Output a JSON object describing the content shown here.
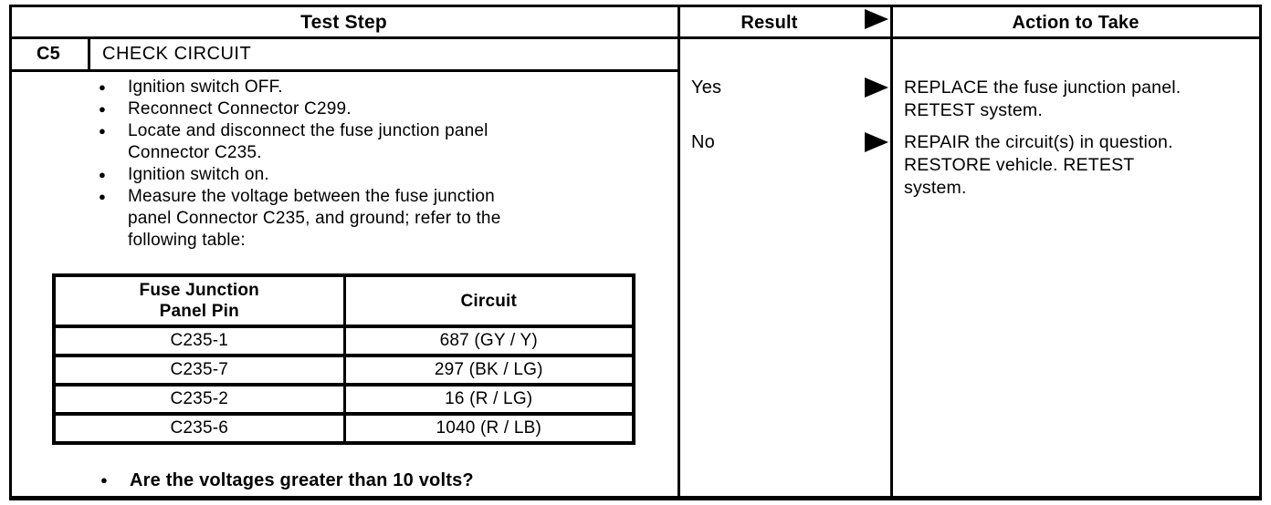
{
  "header": {
    "test_step": "Test Step",
    "result": "Result",
    "action_to_take": "Action to Take"
  },
  "step": {
    "id": "C5",
    "title": "CHECK CIRCUIT",
    "bullets": [
      "Ignition switch OFF.",
      "Reconnect Connector C299.",
      "Locate and disconnect the fuse junction panel\nConnector C235.",
      "Ignition switch on.",
      "Measure the voltage between the fuse junction\npanel Connector C235, and ground; refer to the\nfollowing table:"
    ],
    "question": "Are the voltages greater than 10 volts?"
  },
  "pin_table": {
    "headers": {
      "pin": "Fuse Junction\nPanel Pin",
      "circuit": "Circuit"
    },
    "rows": [
      [
        "C235-1",
        "687 (GY / Y)"
      ],
      [
        "C235-7",
        "297 (BK / LG)"
      ],
      [
        "C235-2",
        "16 (R / LG)"
      ],
      [
        "C235-6",
        "1040 (R / LB)"
      ]
    ]
  },
  "results": [
    {
      "label": "Yes",
      "action_lines": [
        "REPLACE the fuse junction panel.",
        "RETEST system.",
        ""
      ]
    },
    {
      "label": "No",
      "action_lines": [
        "REPAIR the circuit(s) in question.",
        "RESTORE vehicle. RETEST",
        "system."
      ]
    }
  ],
  "icons": {
    "bullet": "●",
    "result_arrow": "right-triangle"
  },
  "colors": {
    "ink": "#000000",
    "paper": "#ffffff"
  }
}
